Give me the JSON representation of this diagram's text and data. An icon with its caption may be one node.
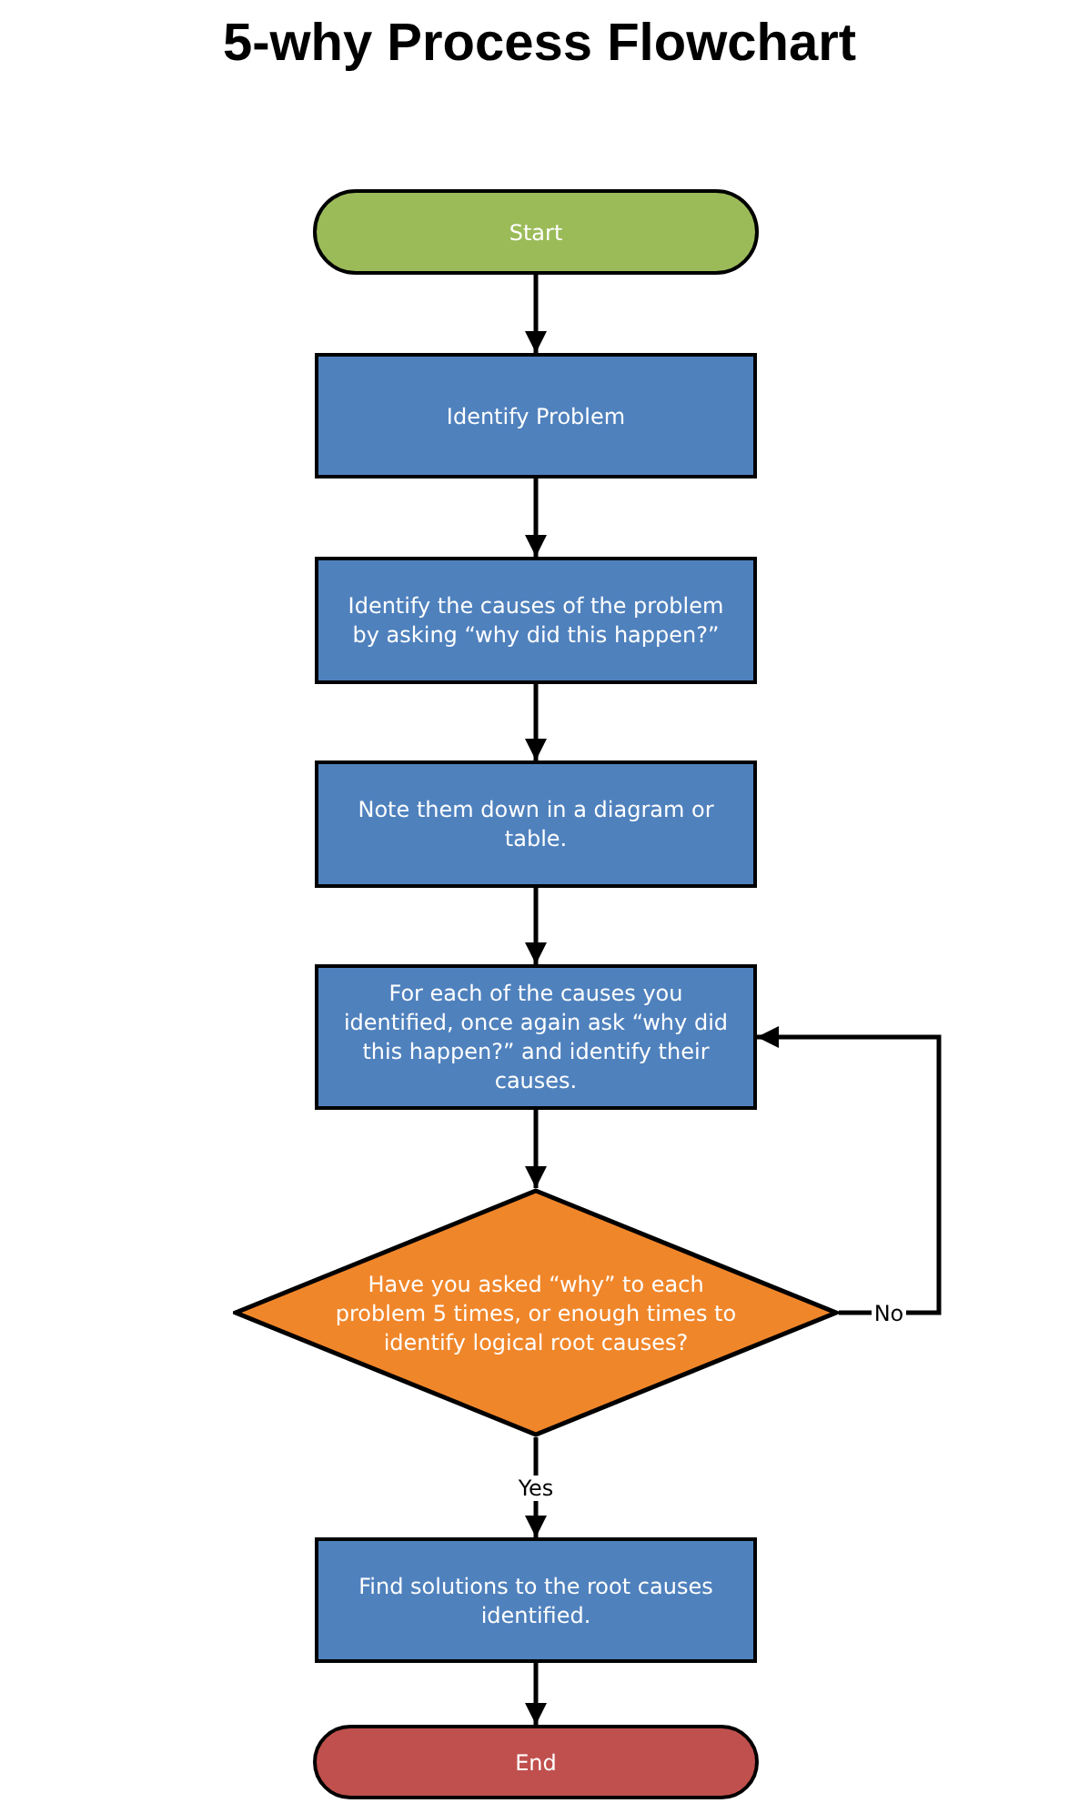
{
  "diagram": {
    "title": "5-why Process Flowchart",
    "nodes": [
      {
        "text": [
          "Start"
        ]
      },
      {
        "text": [
          "Identify Problem"
        ]
      },
      {
        "text": [
          "Identify the causes of the problem by asking “why did this happen?”"
        ]
      },
      {
        "text": [
          "Note them down in a diagram or table."
        ]
      },
      {
        "text": [
          "For each of the causes you identified, once again ask “why did this happen?” and identify their causes."
        ]
      },
      {
        "text": [
          "Have you asked “why” to each problem 5 times, or enough times to identify logical root causes?"
        ]
      },
      {
        "text": [
          "Find solutions to the root causes identified."
        ]
      },
      {
        "text": [
          "End"
        ]
      }
    ],
    "edges": [
      {
        "from": 0,
        "to": 1,
        "arrow": "to"
      },
      {
        "from": 1,
        "to": 2,
        "arrow": "to"
      },
      {
        "from": 2,
        "to": 3,
        "arrow": "to"
      },
      {
        "from": 3,
        "to": 4,
        "arrow": "to"
      },
      {
        "from": 4,
        "to": 5,
        "arrow": "to"
      },
      {
        "from": 5,
        "to": 4,
        "arrow": "to",
        "label": "No"
      },
      {
        "from": 5,
        "to": 6,
        "arrow": "to",
        "label": "Yes"
      },
      {
        "from": 6,
        "to": 7,
        "arrow": "to"
      }
    ]
  }
}
